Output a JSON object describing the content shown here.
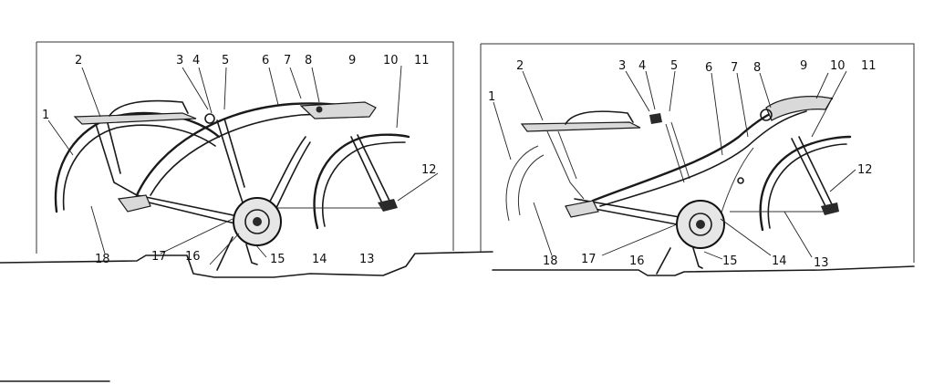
{
  "diagrams": [
    {
      "name": "left-bicycle-frame",
      "callouts": [
        "1",
        "2",
        "3",
        "4",
        "5",
        "6",
        "7",
        "8",
        "9",
        "10",
        "11",
        "12",
        "13",
        "14",
        "15",
        "16",
        "17",
        "18"
      ]
    },
    {
      "name": "right-bicycle-frame",
      "callouts": [
        "1",
        "2",
        "3",
        "4",
        "5",
        "6",
        "7",
        "8",
        "9",
        "10",
        "11",
        "12",
        "13",
        "14",
        "15",
        "16",
        "17",
        "18"
      ]
    }
  ],
  "colors": {
    "ink": "#1a1a1a",
    "paper": "#ffffff",
    "shade": "#d9d9d9"
  }
}
